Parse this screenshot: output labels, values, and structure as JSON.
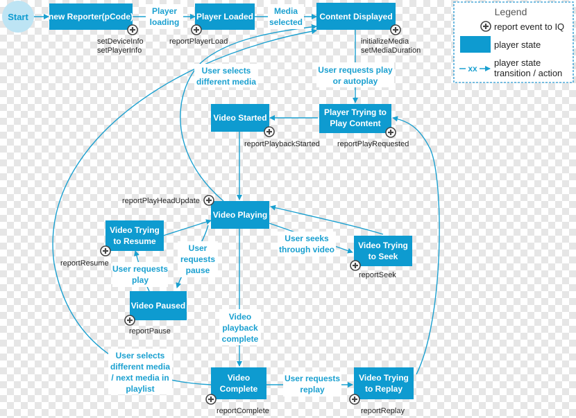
{
  "colors": {
    "state_fill": "#0e9bd0",
    "arrow": "#1aa0d0",
    "label_text": "#1aa0d0",
    "start_fill": "#bde4f4",
    "legend_border": "#4aa8d8"
  },
  "start": {
    "label": "Start"
  },
  "states": {
    "new_reporter": "new Reporter(pCode)",
    "player_loaded": "Player Loaded",
    "content_displayed": "Content Displayed",
    "player_trying_play": [
      "Player Trying to",
      "Play Content"
    ],
    "video_started": "Video Started",
    "video_playing": "Video Playing",
    "video_trying_resume": [
      "Video Trying",
      "to Resume"
    ],
    "video_paused": "Video Paused",
    "video_trying_seek": [
      "Video Trying",
      "to Seek"
    ],
    "video_complete": [
      "Video",
      "Complete"
    ],
    "video_trying_replay": [
      "Video Trying",
      "to Replay"
    ]
  },
  "events": {
    "set_device_info": "setDeviceInfo",
    "set_player_info": "setPlayerInfo",
    "report_player_load": "reportPlayerLoad",
    "initialize_media": "initializeMedia",
    "set_media_duration": "setMediaDuration",
    "report_playback_started": "reportPlaybackStarted",
    "report_play_requested": "reportPlayRequested",
    "report_play_head_update": "reportPlayHeadUpdate",
    "report_resume": "reportResume",
    "report_pause": "reportPause",
    "report_seek": "reportSeek",
    "report_complete": "reportComplete",
    "report_replay": "reportReplay"
  },
  "transitions": {
    "player_loading": [
      "Player",
      "loading"
    ],
    "media_selected": [
      "Media",
      "selected"
    ],
    "user_selects_different_media": [
      "User selects",
      "different media"
    ],
    "user_requests_play_or_autoplay": [
      "User requests play",
      "or autoplay"
    ],
    "user_requests_pause": [
      "User",
      "requests",
      "pause"
    ],
    "user_requests_play": [
      "User requests",
      "play"
    ],
    "user_seeks": [
      "User seeks",
      "through video"
    ],
    "video_playback_complete": [
      "Video",
      "playback",
      "complete"
    ],
    "user_selects_next_media": [
      "User selects",
      "different media",
      "/ next media in",
      "playlist"
    ],
    "user_requests_replay": [
      "User requests",
      "replay"
    ]
  },
  "legend": {
    "title": "Legend",
    "event_item": "report event to IQ",
    "state_item": "player state",
    "transition_symbol": "xx",
    "transition_item": [
      "player state",
      "transition / action"
    ]
  }
}
